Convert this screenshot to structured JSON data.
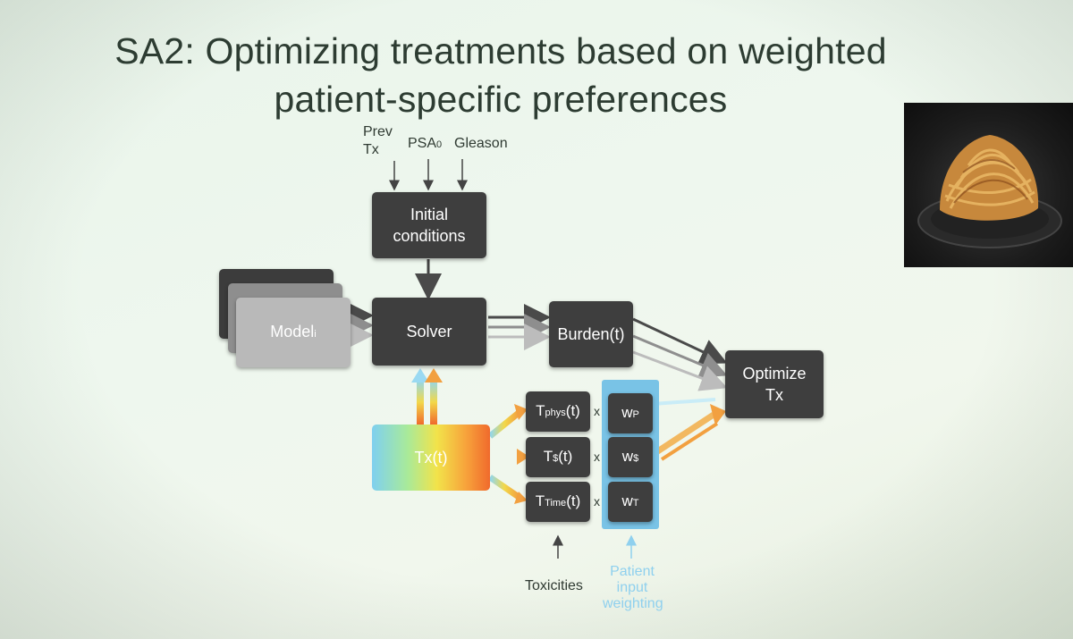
{
  "title": {
    "line1": "SA2: Optimizing treatments based on weighted",
    "line2": "patient-specific preferences"
  },
  "inputs": {
    "prev": "Prev",
    "tx": "Tx",
    "psa_main": "PSA",
    "psa_sub": "0",
    "gleason": "Gleason"
  },
  "boxes": {
    "initial_conditions": {
      "line1": "Initial",
      "line2": "conditions"
    },
    "model_main": "Model",
    "model_sub": "i",
    "solver": "Solver",
    "burden": "Burden(t)",
    "optimize": {
      "line1": "Optimize",
      "line2": "Tx"
    },
    "tx": "Tx(t)"
  },
  "toxicities": [
    {
      "main": "T",
      "sub": "phys",
      "suffix": "(t)"
    },
    {
      "main": "T",
      "sub": "$",
      "suffix": "(t)"
    },
    {
      "main": "T",
      "sub": "Time",
      "suffix": "(t)"
    }
  ],
  "weights": [
    {
      "main": "w",
      "sub": "P"
    },
    {
      "main": "w",
      "sub": "$"
    },
    {
      "main": "w",
      "sub": "T"
    }
  ],
  "times_symbol": "x",
  "labels": {
    "toxicities": "Toxicities",
    "patient1": "Patient",
    "patient2": "input",
    "patient3": "weighting"
  },
  "photo_icon": "spaghetti-photo",
  "colors": {
    "box": "#3e3e3e",
    "weight_highlight": "#79c3e6",
    "patient_label": "#8fd0ee",
    "title": "#2d3c32"
  }
}
